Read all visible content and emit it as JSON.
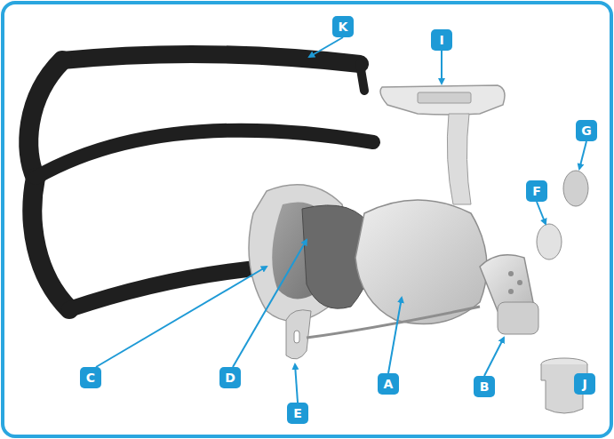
{
  "diagram": {
    "labels": [
      "K",
      "I",
      "G",
      "F",
      "C",
      "D",
      "A",
      "E",
      "B",
      "J"
    ]
  }
}
